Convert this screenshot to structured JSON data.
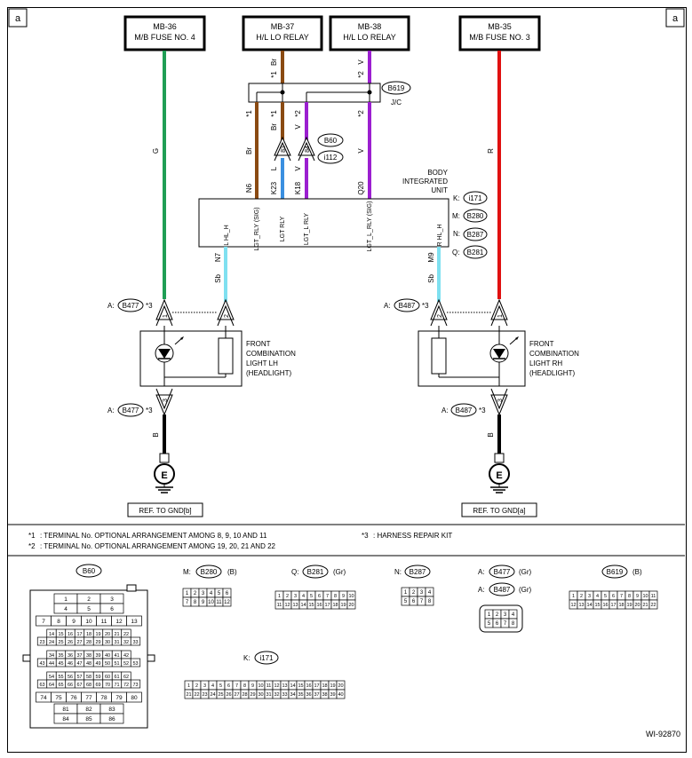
{
  "wiring_diagram": {
    "corner_label": "a",
    "title_boxes": {
      "fuse4": {
        "line1": "MB-36",
        "line2": "M/B FUSE NO. 4"
      },
      "relay37": {
        "line1": "MB-37",
        "line2": "H/L LO RELAY"
      },
      "relay38": {
        "line1": "MB-38",
        "line2": "H/L LO RELAY"
      },
      "fuse3": {
        "line1": "MB-35",
        "line2": "M/B FUSE NO. 3"
      }
    },
    "wire_colors": {
      "green": "#1f9e55",
      "brown": "#8a4a12",
      "violet": "#9b1fd0",
      "red": "#e01010",
      "blue": "#3a8fe0",
      "light_blue": "#7fe0f0",
      "black": "#000000"
    },
    "wire_labels": {
      "g": "G",
      "br": "Br",
      "v": "V",
      "r": "R",
      "l": "L",
      "sb": "Sb",
      "b": "B",
      "star1": "*1",
      "star2": "*2",
      "star3": "*3",
      "pin_n6": "N6",
      "pin_k23": "K23",
      "pin_k18": "K18",
      "pin_q20": "Q20",
      "pin_n7": "N7",
      "pin_m9": "M9",
      "pin_83": "83",
      "pin_84": "84",
      "pin_1": "1",
      "pin_2": "2",
      "pin_3": "3"
    },
    "junction": {
      "connector": "B619",
      "label": "J/C"
    },
    "connector_refs": {
      "b60": "B60",
      "i112": "i112",
      "b477": "B477",
      "b487": "B487",
      "prefix_a": "A:"
    },
    "body_unit": {
      "title_line1": "BODY",
      "title_line2": "INTEGRATED",
      "title_line3": "UNIT",
      "conn_k": {
        "prefix": "K:",
        "name": "i171"
      },
      "conn_m": {
        "prefix": "M:",
        "name": "B280"
      },
      "conn_n": {
        "prefix": "N:",
        "name": "B287"
      },
      "conn_q": {
        "prefix": "Q:",
        "name": "B281"
      },
      "pin_names": {
        "lgt_rly_sig": "LGT_RLY (SIG)",
        "lgt_rly": "LGT RLY",
        "lgt_l_rly": "LGT_L RLY",
        "lgt_l_rly_sig": "LGT_L_RLY (SIG)",
        "lhl_h": "L HL_H",
        "rhl_h": "R HL_H"
      }
    },
    "lamps": {
      "lh": {
        "line1": "FRONT",
        "line2": "COMBINATION",
        "line3": "LIGHT LH",
        "line4": "(HEADLIGHT)"
      },
      "rh": {
        "line1": "FRONT",
        "line2": "COMBINATION",
        "line3": "LIGHT RH",
        "line4": "(HEADLIGHT)"
      }
    },
    "ground": {
      "symbol": "E",
      "ref_left": "REF. TO GND[b]",
      "ref_right": "REF. TO GND[a]"
    },
    "notes": {
      "n1_mark": "*1",
      "n1_text": ": TERMINAL No. OPTIONAL ARRANGEMENT AMONG 8, 9, 10 AND 11",
      "n2_mark": "*2",
      "n2_text": ": TERMINAL No. OPTIONAL ARRANGEMENT AMONG 19, 20, 21 AND 22",
      "n3_mark": "*3",
      "n3_text": ": HARNESS REPAIR KIT"
    },
    "connector_views": {
      "b60": {
        "name": "B60",
        "rows": [
          [
            "1",
            "2",
            "3"
          ],
          [
            "4",
            "5",
            "6"
          ],
          [
            "7",
            "8",
            "9",
            "10",
            "11",
            "12",
            "13"
          ],
          [
            "14",
            "15",
            "16",
            "17",
            "18",
            "19",
            "20",
            "21",
            "22"
          ],
          [
            "23",
            "24",
            "25",
            "26",
            "27",
            "28",
            "29",
            "30",
            "31",
            "32",
            "33"
          ],
          [
            "34",
            "35",
            "36",
            "37",
            "38",
            "39",
            "40",
            "41",
            "42"
          ],
          [
            "43",
            "44",
            "45",
            "46",
            "47",
            "48",
            "49",
            "50",
            "51",
            "52",
            "53"
          ],
          [
            "54",
            "55",
            "56",
            "57",
            "58",
            "59",
            "60",
            "61",
            "62"
          ],
          [
            "63",
            "64",
            "65",
            "66",
            "67",
            "68",
            "69",
            "70",
            "71",
            "72",
            "73"
          ],
          [
            "74",
            "75",
            "76",
            "77",
            "78",
            "79",
            "80"
          ],
          [
            "81",
            "82",
            "83"
          ],
          [
            "84",
            "85",
            "86"
          ]
        ]
      },
      "b280": {
        "prefix": "M:",
        "name": "B280",
        "color": "(B)",
        "rows": [
          [
            "1",
            "2",
            "3",
            "4",
            "5",
            "6"
          ],
          [
            "7",
            "8",
            "9",
            "10",
            "11",
            "12"
          ]
        ]
      },
      "b281": {
        "prefix": "Q:",
        "name": "B281",
        "color": "(Gr)",
        "rows": [
          [
            "1",
            "2",
            "3",
            "4",
            "5",
            "6",
            "7",
            "8",
            "9",
            "10"
          ],
          [
            "11",
            "12",
            "13",
            "14",
            "15",
            "16",
            "17",
            "18",
            "19",
            "20"
          ]
        ]
      },
      "b287": {
        "prefix": "N:",
        "name": "B287",
        "rows": [
          [
            "1",
            "2",
            "3",
            "4"
          ],
          [
            "5",
            "6",
            "7",
            "8"
          ]
        ]
      },
      "b477": {
        "prefix": "A:",
        "name": "B477",
        "color": "(Gr)"
      },
      "b487": {
        "prefix": "A:",
        "name": "B487",
        "color": "(Gr)",
        "rows": [
          [
            "1",
            "2",
            "3",
            "4"
          ],
          [
            "5",
            "6",
            "7",
            "8"
          ]
        ]
      },
      "b619": {
        "name": "B619",
        "color": "(B)",
        "rows": [
          [
            "1",
            "2",
            "3",
            "4",
            "5",
            "6",
            "7",
            "8",
            "9",
            "10",
            "11"
          ],
          [
            "12",
            "13",
            "14",
            "15",
            "16",
            "17",
            "18",
            "19",
            "20",
            "21",
            "22"
          ]
        ]
      },
      "i171": {
        "prefix": "K:",
        "name": "i171",
        "rows": [
          [
            "1",
            "2",
            "3",
            "4",
            "5",
            "6",
            "7",
            "8",
            "9",
            "10",
            "11",
            "12",
            "13",
            "14",
            "15",
            "16",
            "17",
            "18",
            "19",
            "20"
          ],
          [
            "21",
            "22",
            "23",
            "24",
            "25",
            "26",
            "27",
            "28",
            "29",
            "30",
            "31",
            "32",
            "33",
            "34",
            "35",
            "36",
            "37",
            "38",
            "39",
            "40"
          ]
        ]
      }
    },
    "figure_id": "WI-92870"
  }
}
